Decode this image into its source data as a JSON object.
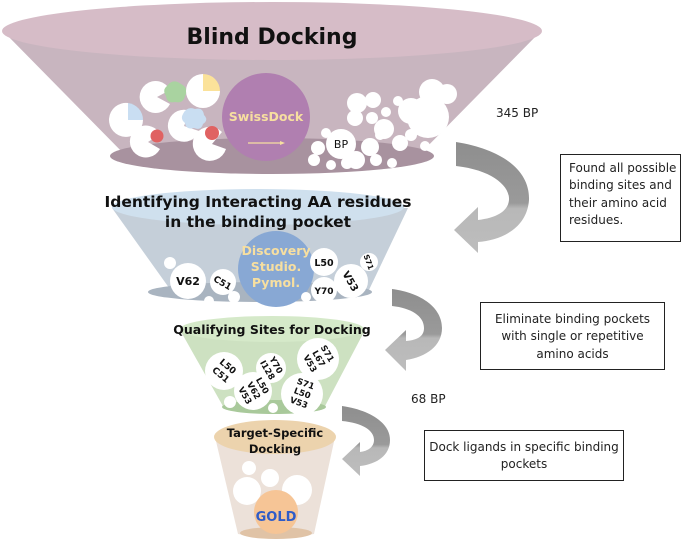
{
  "stages": [
    {
      "title": "Blind Docking",
      "tool": "SwissDock",
      "output_label": "BP",
      "colors": {
        "rim": "#d6bcc7",
        "body": "#c8b5bf",
        "floor": "#a8929f",
        "tool": "#b07fb0",
        "tool_text": "#f7dfa0"
      }
    },
    {
      "title_line1": "Identifying Interacting AA residues",
      "title_line2": "in the binding pocket",
      "tool_line1": "Discovery",
      "tool_line2": "Studio.",
      "tool_line3": "Pymol.",
      "residues": [
        "V62",
        "C51",
        "L50",
        "Y70",
        "V53",
        "S71"
      ],
      "colors": {
        "rim": "#cfe0ee",
        "body": "#c5cfd9",
        "floor": "#a9b4c0",
        "tool": "#88a8d4",
        "tool_text": "#f7dfa0"
      }
    },
    {
      "title": "Qualifying Sites for Docking",
      "sites": [
        [
          "L50",
          "C51"
        ],
        [
          "Y70",
          "I128"
        ],
        [
          "S71",
          "L67",
          "V53"
        ],
        [
          "L50",
          "V62",
          "V53"
        ],
        [
          "S71",
          "L50",
          "V53"
        ]
      ],
      "colors": {
        "rim": "#d5e9c9",
        "body": "#cde1c1",
        "floor": "#a9c99b"
      }
    },
    {
      "title_line1": "Target-Specific",
      "title_line2": "Docking",
      "tool": "GOLD",
      "colors": {
        "rim": "#ecd3ad",
        "body": "#ece1d9",
        "floor": "#e0c3a6",
        "tool": "#f6c596",
        "tool_text": "#2f5cc8"
      }
    }
  ],
  "counts": {
    "first": "345 BP",
    "second": "68 BP"
  },
  "notes": [
    {
      "lines": [
        "Found all possible",
        "binding sites and",
        "their amino acid",
        "residues."
      ]
    },
    {
      "lines": [
        "Eliminate binding pockets",
        "with single or repetitive",
        "amino acids"
      ]
    },
    {
      "lines": [
        "Dock ligands in specific binding",
        "pockets"
      ]
    }
  ],
  "arrow_colors": {
    "dark": "#8e8e8e",
    "light": "#b8b8b8"
  },
  "ligand_colors": {
    "yellow": "#fbe29a",
    "green": "#a9d3a0",
    "blue": "#c9def2",
    "red": "#e06262"
  }
}
